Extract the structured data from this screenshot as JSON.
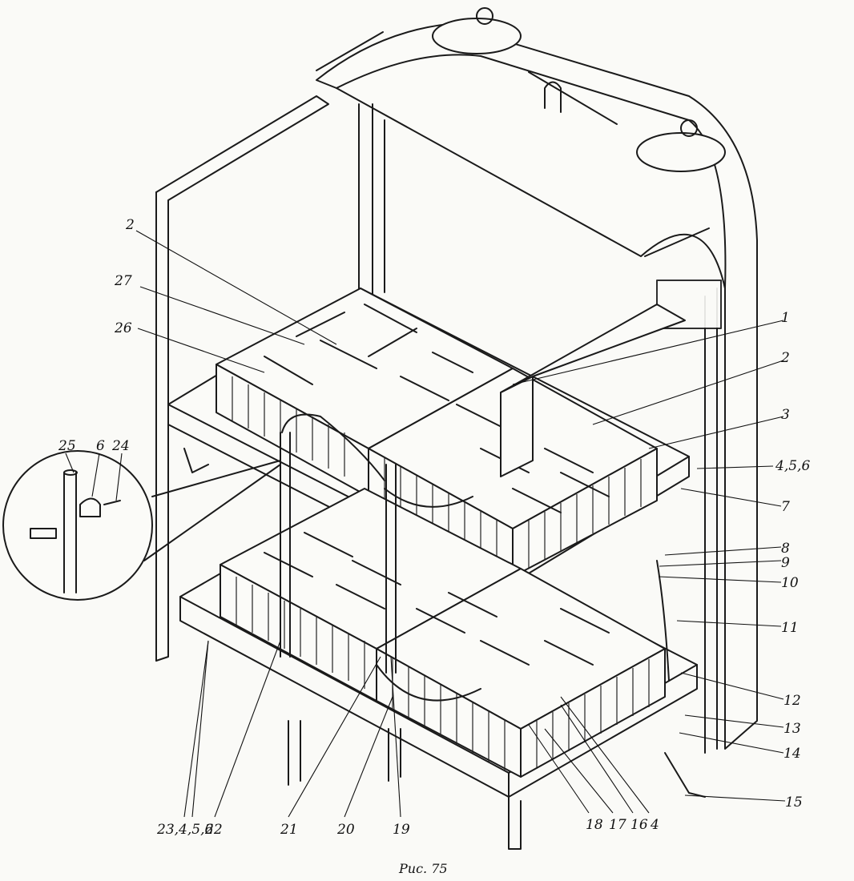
{
  "caption": "Рис. 75",
  "callouts": [
    {
      "id": "c-2-top",
      "text": "2"
    },
    {
      "id": "c-27",
      "text": "27"
    },
    {
      "id": "c-26",
      "text": "26"
    },
    {
      "id": "c-25",
      "text": "25"
    },
    {
      "id": "c-6",
      "text": "6"
    },
    {
      "id": "c-24",
      "text": "24"
    },
    {
      "id": "c-1",
      "text": "1"
    },
    {
      "id": "c-2-right",
      "text": "2"
    },
    {
      "id": "c-3",
      "text": "3"
    },
    {
      "id": "c-456",
      "text": "4,5,6"
    },
    {
      "id": "c-7",
      "text": "7"
    },
    {
      "id": "c-8",
      "text": "8"
    },
    {
      "id": "c-9",
      "text": "9"
    },
    {
      "id": "c-10",
      "text": "10"
    },
    {
      "id": "c-11",
      "text": "11"
    },
    {
      "id": "c-12",
      "text": "12"
    },
    {
      "id": "c-13",
      "text": "13"
    },
    {
      "id": "c-14",
      "text": "14"
    },
    {
      "id": "c-15",
      "text": "15"
    },
    {
      "id": "c-23456",
      "text": "23,4,5,6"
    },
    {
      "id": "c-22",
      "text": "22"
    },
    {
      "id": "c-21",
      "text": "21"
    },
    {
      "id": "c-20",
      "text": "20"
    },
    {
      "id": "c-19",
      "text": "19"
    },
    {
      "id": "c-18",
      "text": "18"
    },
    {
      "id": "c-17",
      "text": "17"
    },
    {
      "id": "c-16",
      "text": "16"
    },
    {
      "id": "c-4",
      "text": "4"
    }
  ]
}
